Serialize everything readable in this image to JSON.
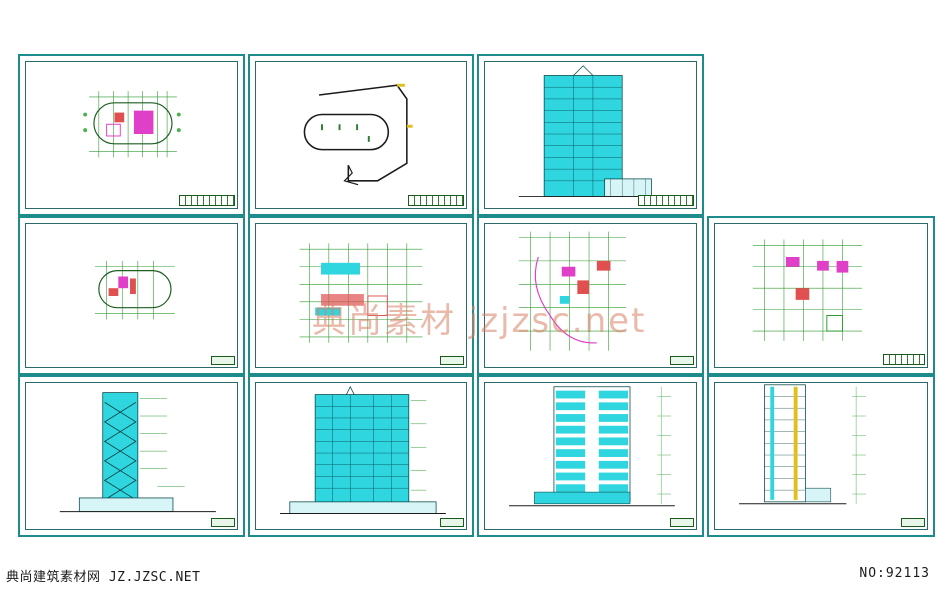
{
  "footer": {
    "site_label": "典尚建筑素材网 JZ.JZSC.NET",
    "number_label": "NO:92113"
  },
  "watermark": {
    "text": "典尚素材 jzjzsc.net"
  },
  "sheets": [
    {
      "name": "sheet-floor-plan-oval-1",
      "kind": "floor-plan"
    },
    {
      "name": "sheet-site-plan",
      "kind": "site-plan"
    },
    {
      "name": "sheet-perspective-elevation",
      "kind": "elevation"
    },
    {
      "name": "sheet-floor-plan-oval-2",
      "kind": "floor-plan"
    },
    {
      "name": "sheet-floor-plan-grid-1",
      "kind": "floor-plan"
    },
    {
      "name": "sheet-floor-plan-grid-2",
      "kind": "floor-plan"
    },
    {
      "name": "sheet-floor-plan-grid-3",
      "kind": "floor-plan"
    },
    {
      "name": "sheet-side-elevation",
      "kind": "elevation"
    },
    {
      "name": "sheet-front-elevation",
      "kind": "elevation"
    },
    {
      "name": "sheet-section-1",
      "kind": "section"
    },
    {
      "name": "sheet-section-2",
      "kind": "section"
    }
  ],
  "colors": {
    "sheet_border": "#1e8c8c",
    "tower_cyan": "#2fd6e0",
    "grid_green": "#2e9a2e",
    "wall_magenta": "#e040c8",
    "fill_red": "#e05050",
    "dimension_green": "#4caf50"
  }
}
